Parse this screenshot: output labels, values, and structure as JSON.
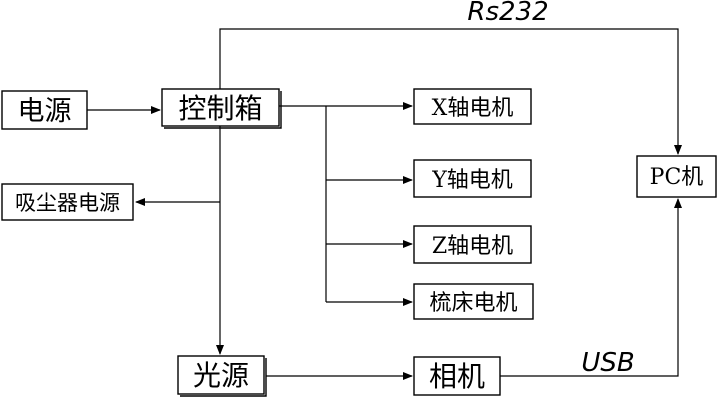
{
  "nodes": {
    "power": "电源",
    "control_box": "控制箱",
    "vacuum_power": "吸尘器电源",
    "x_motor": "X轴电机",
    "y_motor": "Y轴电机",
    "z_motor": "Z轴电机",
    "comb_motor": "梳床电机",
    "light_source": "光源",
    "camera": "相机",
    "pc": "PC机"
  },
  "links": {
    "rs232": "Rs232",
    "usb": "USB"
  }
}
